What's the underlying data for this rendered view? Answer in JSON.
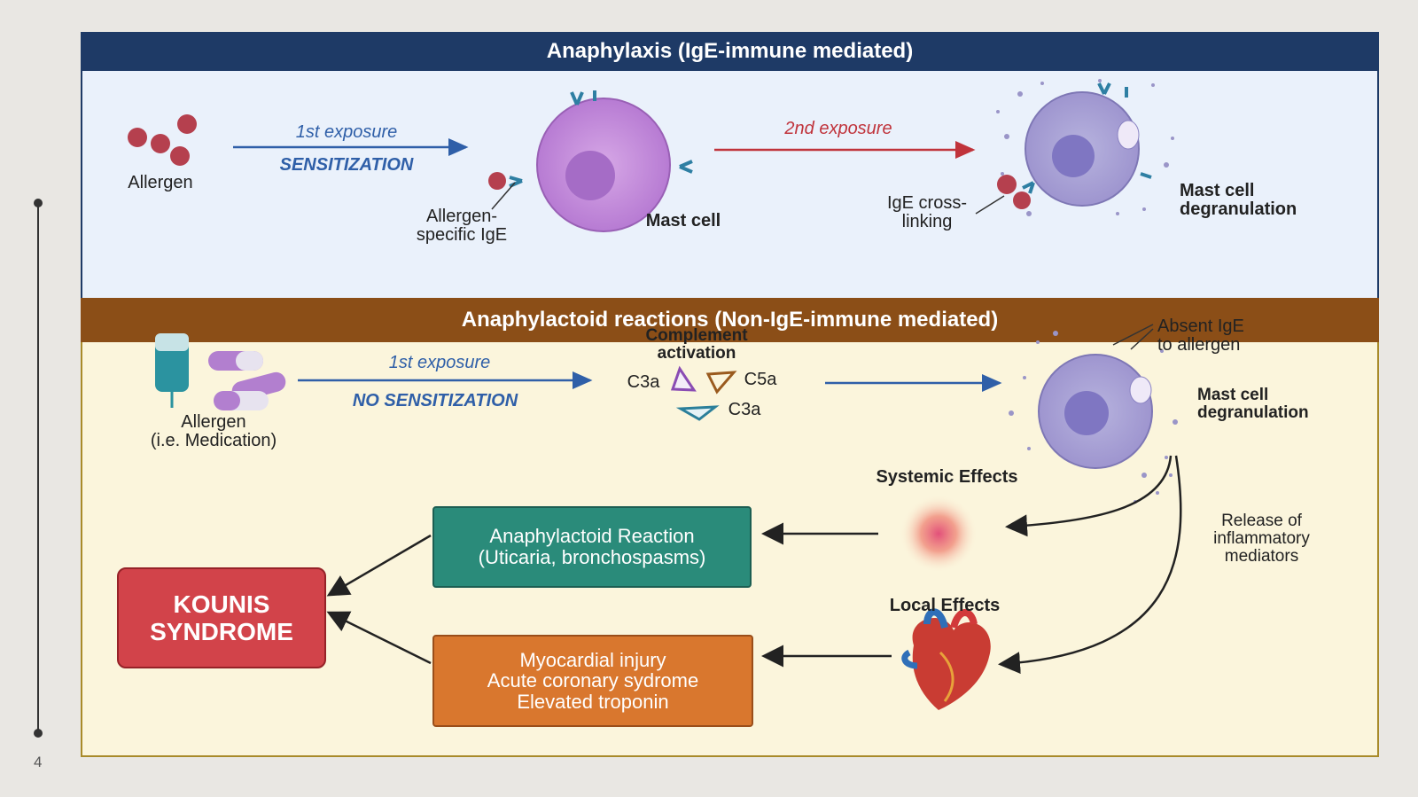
{
  "slide": {
    "page_number": "4"
  },
  "figure": {
    "anaphylaxis": {
      "title": "Anaphylaxis (IgE-immune mediated)",
      "allergen_label": "Allergen",
      "first_exposure": "1st exposure",
      "sensitization": "SENSITIZATION",
      "allergen_specific_ige": [
        "Allergen-",
        "specific IgE"
      ],
      "mast_cell": "Mast cell",
      "second_exposure": "2nd exposure",
      "ige_cross_linking": [
        "IgE cross-",
        "linking"
      ],
      "degranulation": [
        "Mast cell",
        "degranulation"
      ]
    },
    "anaphylactoid": {
      "title": "Anaphylactoid reactions (Non-IgE-immune mediated)",
      "allergen_label": [
        "Allergen",
        "(i.e. Medication)"
      ],
      "first_exposure": "1st exposure",
      "no_sensitization": "NO SENSITIZATION",
      "complement_activation": [
        "Complement",
        "activation"
      ],
      "c3a_1": "C3a",
      "c5a": "C5a",
      "c3a_2": "C3a",
      "absent_ige": [
        "Absent IgE",
        "to allergen"
      ],
      "degranulation": [
        "Mast cell",
        "degranulation"
      ],
      "systemic_effects": "Systemic Effects",
      "local_effects": "Local Effects",
      "release_mediators": [
        "Release of",
        "inflammatory",
        "mediators"
      ],
      "reaction_box": [
        "Anaphylactoid Reaction",
        "(Uticaria, bronchospasms)"
      ],
      "cardiac_box": [
        "Myocardial injury",
        "Acute coronary sydrome",
        "Elevated troponin"
      ],
      "kounis": [
        "KOUNIS",
        "SYNDROME"
      ]
    }
  },
  "colors": {
    "header_blue": "#1e3a66",
    "header_brown": "#8b4e17",
    "panel_blue": "#eaf1fb",
    "panel_yellow": "#fbf5dc",
    "teal_box": "#2a8b7a",
    "orange_box": "#d9772e",
    "red_box": "#d2434a",
    "arrow_blue": "#2f5fa8",
    "arrow_red": "#c0333b"
  }
}
